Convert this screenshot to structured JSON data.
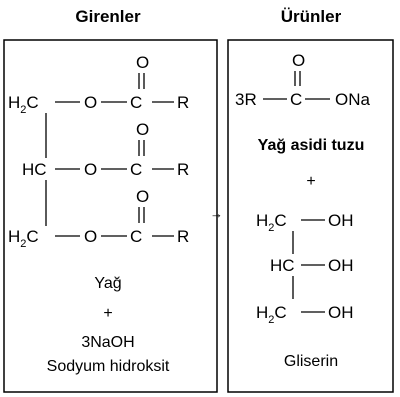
{
  "headers": {
    "reactants": "Girenler",
    "products": "Ürünler"
  },
  "arrow": "→",
  "atoms": {
    "O": "O",
    "C": "C",
    "R": "R",
    "H": "H",
    "HC": "HC",
    "sub2": "2",
    "OH": "OH",
    "ONa": "ONa",
    "three_r": "3R"
  },
  "reactants": {
    "name": "Yağ",
    "plus": "+",
    "reagent": "3NaOH",
    "reagent_name": "Sodyum hidroksit"
  },
  "products": {
    "salt_name": "Yağ asidi tuzu",
    "plus": "+",
    "glycerol_name": "Gliserin"
  }
}
